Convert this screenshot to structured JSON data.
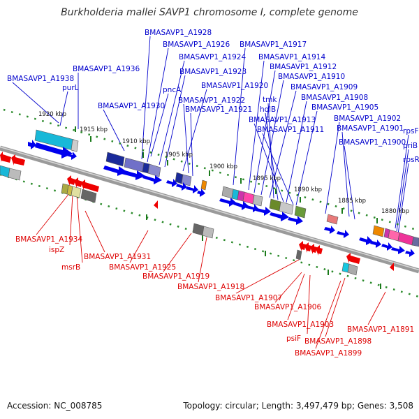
{
  "title": "Burkholderia mallei SAVP1 chromosome I, complete genome",
  "footer": {
    "accession": "Accession: NC_008785",
    "summary": "Topology: circular; Length: 3,497,479 bp; Genes: 3,508"
  },
  "ticks": [
    "1920 kbp",
    "1915 kbp",
    "1910 kbp",
    "1905 kbp",
    "1900 kbp",
    "1895 kbp",
    "1890 kbp",
    "1885 kbp",
    "1880 kbp"
  ],
  "colors": {
    "forward_label": "#0000cc",
    "reverse_label": "#dd0000",
    "arrow_forward": "#0000ee",
    "arrow_reverse": "#ee0000",
    "backbone": "#8a8a8a"
  },
  "forward_labels": [
    "BMASAVP1_A1938",
    "purL",
    "BMASAVP1_A1936",
    "BMASAVP1_A1930",
    "pncA",
    "BMASAVP1_A1928",
    "BMASAVP1_A1926",
    "BMASAVP1_A1924",
    "BMASAVP1_A1923",
    "BMASAVP1_A1920",
    "BMASAVP1_A1922",
    "BMASAVP1_A1921",
    "BMASAVP1_A1917",
    "BMASAVP1_A1914",
    "BMASAVP1_A1912",
    "BMASAVP1_A1910",
    "BMASAVP1_A1909",
    "tmk",
    "holB",
    "BMASAVP1_A1908",
    "BMASAVP1_A1913",
    "BMASAVP1_A1905",
    "BMASAVP1_A1911",
    "BMASAVP1_A1902",
    "BMASAVP1_A1901",
    "BMASAVP1_A1900",
    "rpsF",
    "priB",
    "rpsR"
  ],
  "reverse_labels": [
    "BMASAVP1_A1934",
    "ispZ",
    "msrB",
    "BMASAVP1_A1931",
    "BMASAVP1_A1925",
    "BMASAVP1_A1919",
    "BMASAVP1_A1918",
    "BMASAVP1_A1907",
    "BMASAVP1_A1906",
    "BMASAVP1_A1903",
    "psiF",
    "BMASAVP1_A1898",
    "BMASAVP1_A1899",
    "BMASAVP1_A1891"
  ]
}
